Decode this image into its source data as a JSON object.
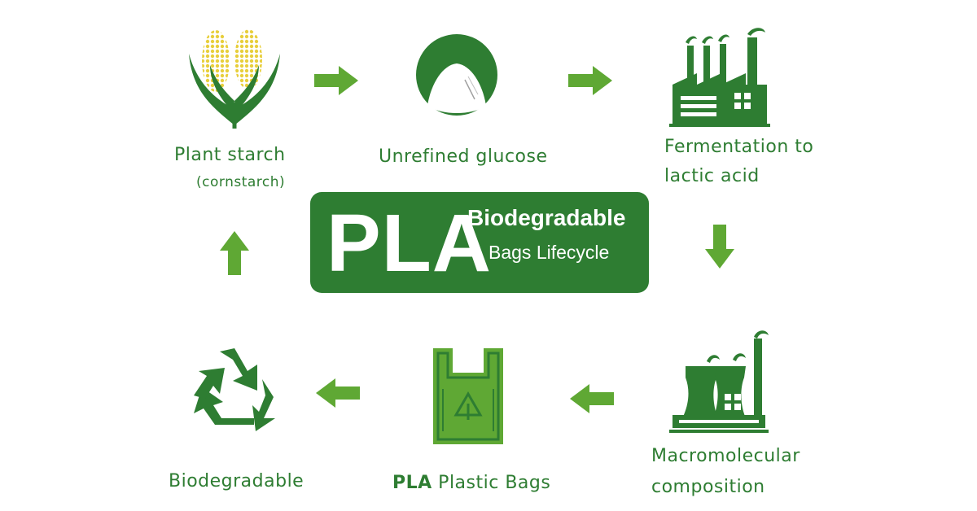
{
  "center": {
    "acronym": "PLA",
    "title": "Biodegradable",
    "subtitle": "Bags Lifecycle"
  },
  "steps": [
    {
      "label": "Plant starch",
      "sublabel": "(cornstarch)",
      "icon": "corn-icon"
    },
    {
      "label": "Unrefined glucose",
      "icon": "glucose-icon"
    },
    {
      "label_line1": "Fermentation to",
      "label_line2": "lactic acid",
      "icon": "factory-icon"
    },
    {
      "label_line1": "Macromolecular",
      "label_line2": "composition",
      "icon": "cooling-tower-factory-icon"
    },
    {
      "label_prefix": "PLA",
      "label": "Plastic Bags",
      "icon": "plastic-bag-icon"
    },
    {
      "label": "Biodegradable",
      "icon": "recycle-icon"
    }
  ],
  "colors": {
    "primary": "#2e7d32",
    "secondary": "#5fa834",
    "accent": "#8bc34a",
    "highlight": "#e6cf3a",
    "background": "#ffffff"
  }
}
